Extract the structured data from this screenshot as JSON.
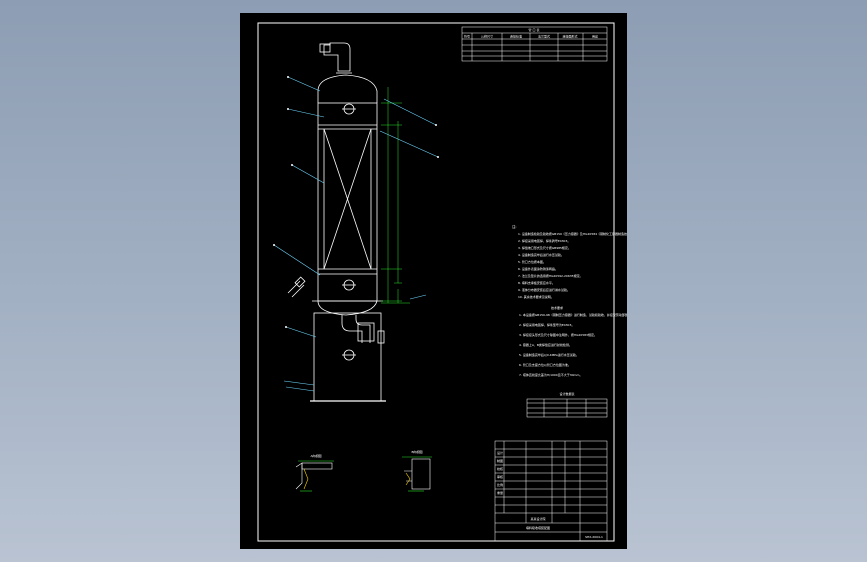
{
  "drawing": {
    "nozzle_table": {
      "title": "管 口 表",
      "columns": [
        "符号",
        "公称尺寸",
        "连接标准",
        "法兰型式",
        "连接面形式",
        "用途"
      ]
    },
    "notes_heading": "注:",
    "notes": [
      "1. 设备制造检验及验收按GB150《压力容器》及HG20584《钢制化工容器制造技术要求》进行。",
      "2. 焊接采用电弧焊，焊条牌号E4303。",
      "3. 焊缝坡口形式及尺寸按GB985规定。",
      "4. 设备制造完毕后进行水压试验。",
      "5. 管口方位按本图。",
      "6. 设备外表面涂防锈漆两遍。",
      "7. 法兰及垫片的选用按HG20592-20635规定。",
      "8. 填料支承板安装应水平。",
      "9. 液体分布器安装后应进行淋水试验。",
      "10. 其余技术要求见说明。"
    ],
    "tech_heading": "技术要求",
    "tech_notes": [
      "1. 本设备按GB150-98《钢制压力容器》进行制造、试验和验收，并接受劳动部颁发《压力容器安全技术监察规程》的监督。",
      "2. 焊接采用电弧焊，焊条型号为E4303。",
      "3. 焊接接头形式及尺寸除图中注明外，按HG20583规定。",
      "4. 容器上A、B类焊缝应进行射线检测。",
      "5. 设备制造完毕后以0.4MPa进行水压试验。",
      "6. 管口及支座方位以管口方位图为准。",
      "7. 塔体直线度允差为H/1000且不大于30mm。"
    ],
    "design_table": {
      "title": "设计数据表"
    },
    "title_block": {
      "labels": [
        "设计",
        "制图",
        "校核",
        "审核",
        "比例",
        "重量"
      ],
      "company": "某某设计院",
      "drawing_name": "填料吸收塔装配图",
      "drawing_no": "SHX-2004-1"
    },
    "details": [
      {
        "label": "A向视图"
      },
      {
        "label": "B向视图"
      }
    ]
  }
}
